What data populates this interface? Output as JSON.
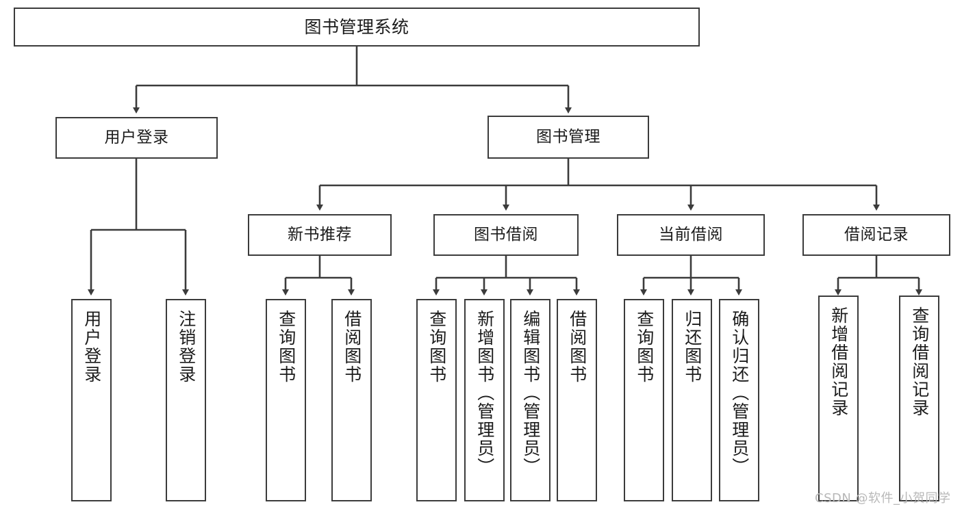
{
  "diagram": {
    "title": "图书管理系统",
    "type": "tree-hierarchy-chart",
    "colors": {
      "box_border": "#3b3b3b",
      "box_fill": "#ffffff",
      "edge": "#3b3b3b",
      "text": "#1b1b1b",
      "watermark": "#b8b8b8",
      "background": "#ffffff"
    },
    "root": {
      "label": "图书管理系统"
    },
    "level1": [
      {
        "label": "用户登录"
      },
      {
        "label": "图书管理"
      }
    ],
    "level2": [
      {
        "label": "新书推荐"
      },
      {
        "label": "图书借阅"
      },
      {
        "label": "当前借阅"
      },
      {
        "label": "借阅记录"
      }
    ],
    "leaves": {
      "user_login": [
        {
          "label": "用户登录"
        },
        {
          "label": "注销登录"
        }
      ],
      "new_book_recommend": [
        {
          "label": "查询图书"
        },
        {
          "label": "借阅图书"
        }
      ],
      "book_borrow": [
        {
          "label": "查询图书"
        },
        {
          "label": "新增图书（管理员）"
        },
        {
          "label": "编辑图书（管理员）"
        },
        {
          "label": "借阅图书"
        }
      ],
      "current_borrow": [
        {
          "label": "查询图书"
        },
        {
          "label": "归还图书"
        },
        {
          "label": "确认归还（管理员）"
        }
      ],
      "borrow_record": [
        {
          "label": "新增借阅记录"
        },
        {
          "label": "查询借阅记录"
        }
      ]
    },
    "watermark": "CSDN @软件_小贺同学"
  }
}
